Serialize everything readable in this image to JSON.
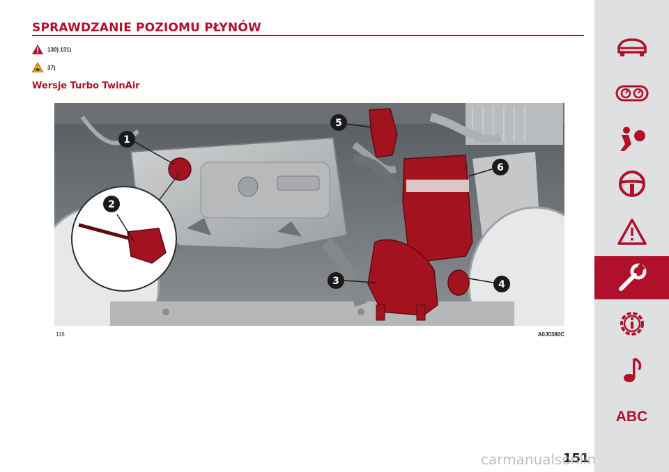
{
  "page": {
    "title": "SPRAWDZANIE POZIOMU PŁYNÓW",
    "warnings": [
      {
        "icon": "danger-triangle-icon",
        "text": "130) 131)"
      },
      {
        "icon": "caution-triangle-icon",
        "text": "37)"
      }
    ],
    "section_title": "Wersje Turbo TwinAir",
    "figure": {
      "number": "116",
      "code": "A0J0380C",
      "callouts": [
        "1",
        "2",
        "3",
        "4",
        "5",
        "6"
      ]
    },
    "page_number": "151",
    "watermark": "carmanualsonline.info"
  },
  "sidebar": {
    "items": [
      {
        "icon": "car-icon"
      },
      {
        "icon": "dashboard-gauges-icon"
      },
      {
        "icon": "airbag-passenger-icon"
      },
      {
        "icon": "steering-wheel-icon"
      },
      {
        "icon": "warning-triangle-icon"
      },
      {
        "icon": "wrench-icon",
        "active": true
      },
      {
        "icon": "info-gear-icon"
      },
      {
        "icon": "music-note-icon"
      },
      {
        "icon": "index-abc",
        "label": "ABC"
      }
    ]
  },
  "colors": {
    "accent": "#b0102a",
    "sidebar_bg": "#dfe0e1",
    "highlight_red": "#a3121f"
  }
}
